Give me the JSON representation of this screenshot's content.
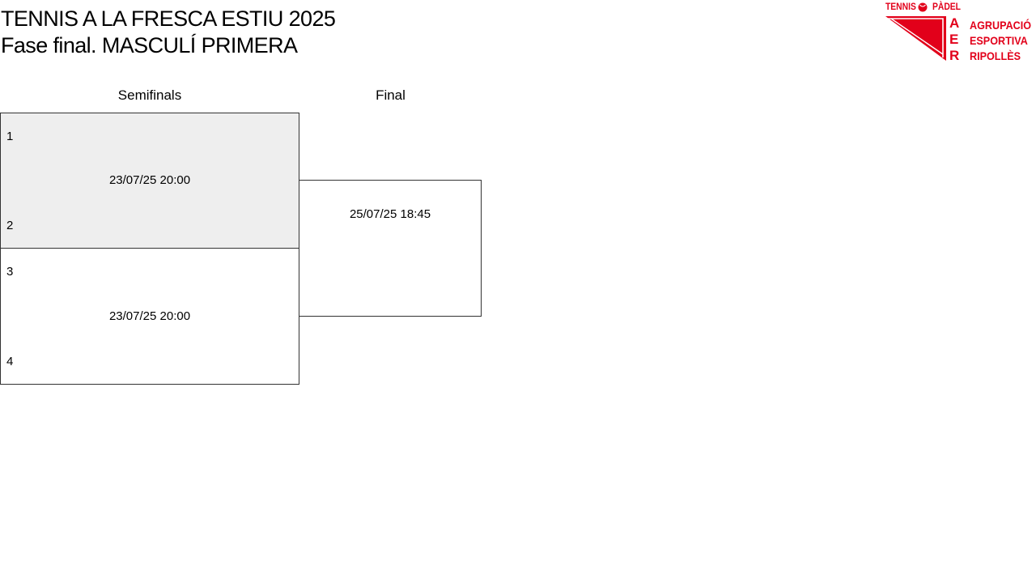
{
  "title": "TENNIS A LA FRESCA ESTIU 2025",
  "subtitle": "Fase final. MASCULÍ PRIMERA",
  "logo": {
    "tagline": "TENNIS · PÀDEL",
    "tagline_left": "TENNIS",
    "tagline_right": "PÀDEL",
    "monogram": [
      "A",
      "E",
      "R"
    ],
    "lines": [
      "AGRUPACIÓ",
      "ESPORTIVA",
      "RIPOLLÈS"
    ],
    "color": "#e2001a"
  },
  "rounds": [
    {
      "label": "Semifinals"
    },
    {
      "label": "Final"
    }
  ],
  "semifinals": [
    {
      "top_seed": "1",
      "bottom_seed": "2",
      "datetime": "23/07/25 20:00"
    },
    {
      "top_seed": "3",
      "bottom_seed": "4",
      "datetime": "23/07/25 20:00"
    }
  ],
  "final": {
    "datetime": "25/07/25 18:45"
  }
}
